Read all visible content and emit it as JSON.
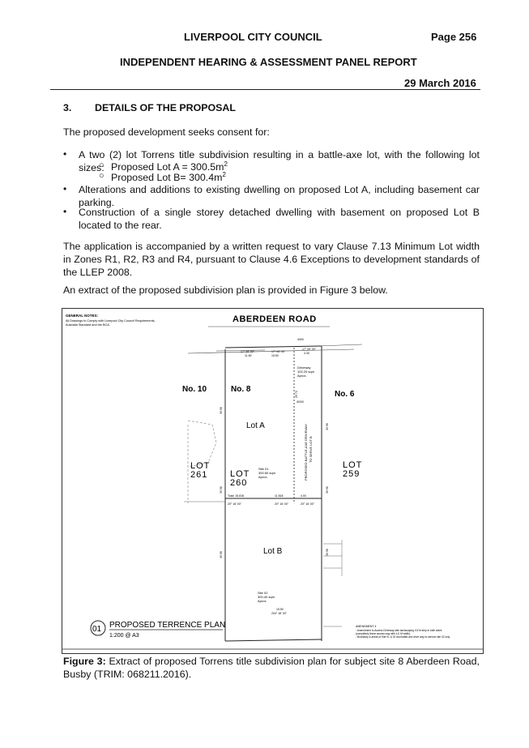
{
  "header": {
    "council": "LIVERPOOL CITY COUNCIL",
    "page": "Page 256",
    "report": "INDEPENDENT HEARING & ASSESSMENT PANEL REPORT",
    "date": "29 March 2016"
  },
  "section": {
    "number": "3.",
    "title": "DETAILS OF THE PROPOSAL"
  },
  "intro": "The proposed development seeks consent for:",
  "bullets": {
    "b1": "A two (2) lot Torrens title subdivision resulting in a battle-axe lot, with the following lot sizes:",
    "b1_sub1": "Proposed Lot A = 300.5m",
    "b1_sub2": "Proposed Lot B= 300.4m",
    "b2": "Alterations and additions to existing dwelling on proposed Lot A, including basement car parking.",
    "b3": "Construction of a single storey detached dwelling with basement on proposed Lot B located to the rear."
  },
  "para2": "The application is accompanied by a written request to vary Clause 7.13 Minimum Lot width in Zones R1, R2, R3 and R4, pursuant to Clause 4.6 Exceptions to development standards of the LLEP 2008.",
  "para3": "An extract of the proposed subdivision plan is provided in Figure 3 below.",
  "plan": {
    "general_notes_title": "GENERAL NOTES:",
    "general_notes_1": "All Drawings to Comply with Liverpool City Council Requirements,",
    "general_notes_2": "Australia Standard and the BCA.",
    "road": "ABERDEEN ROAD",
    "no10": "No. 10",
    "no8": "No. 8",
    "no6": "No. 6",
    "lot_a": "Lot A",
    "lot_b": "Lot B",
    "lot261_a": "LOT",
    "lot261_b": "261",
    "lot260_a": "LOT",
    "lot260_b": "260",
    "lot259_a": "LOT",
    "lot259_b": "259",
    "site01_1": "Site 01",
    "site01_2": "300.50 sqm",
    "site01_3": "Aprox.",
    "site02_1": "Site 02",
    "site02_2": "300.40 sqm",
    "site02_3": "Aprox.",
    "driveway_1": "Driveway",
    "driveway_2": "102.20 sqm",
    "driveway_3": "Aprox.",
    "battleaxe_1": "PROPOSED BATTLE-AXE DRIVEWAY",
    "battleaxe_2": "TO SERVE LOT B",
    "dim_4000": "4000",
    "dim_1169": "11.69",
    "dim_1550": "15.50",
    "dim_430": "4.30",
    "dim_4000b": "4000",
    "dim_1481": "Total: 15.818",
    "dim_1181": "11.818",
    "dim_400": "4.00",
    "dim_1550b": "15.50",
    "dim_total": "Total: 15.50",
    "brg1": "17° 05' 00\"",
    "brg2": "17° 05' 00\"",
    "brg3": "17° 05' 00\"",
    "brg4": "20° 16' 00\"",
    "brg5": "20° 16' 00\"",
    "brg6": "20° 16' 00\"",
    "brg7": "204° 18' 00\"",
    "side_l1": "39.98",
    "side_l2": "39.98",
    "side_l3": "39.98",
    "side_r1": "39.98",
    "side_r2": "39.98",
    "side_r3": "39.98",
    "drive_dim": "29.70",
    "plan_number": "01",
    "plan_title": "PROPOSED TERRENCE PLAN",
    "plan_scale": "1:200  @ A3",
    "amend_title": "AMENDMENT 4",
    "amend_1": "- Amendment to Access Driveway with landscaping 0.5 M strip in both sides",
    "amend_2": "(completely linear access way with 4.0 M width).",
    "amend_3": "- Boundary & areas of Site 01 & 02 and battle-axe drive way to service site 02 only"
  },
  "caption": {
    "label": "Figure 3:",
    "text": " Extract of proposed Torrens title subdivision plan for subject site 8 Aberdeen Road, Busby (TRIM: 068211.2016)."
  }
}
